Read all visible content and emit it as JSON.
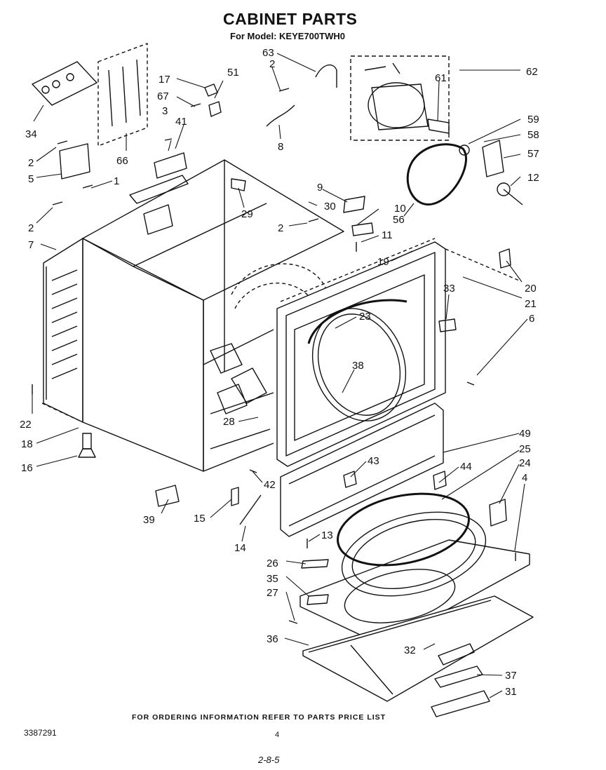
{
  "header": {
    "title": "CABINET PARTS",
    "subtitle": "For Model: KEYE700TWH0"
  },
  "footer": {
    "note": "FOR ORDERING INFORMATION REFER TO PARTS PRICE LIST",
    "doc_number": "3387291",
    "page_number": "4",
    "date_code": "2-8-5"
  },
  "callouts": {
    "c1": "1",
    "c2a": "2",
    "c2b": "2",
    "c2c": "2",
    "c2d": "2",
    "c3": "3",
    "c4": "4",
    "c5": "5",
    "c6": "6",
    "c7": "7",
    "c8": "8",
    "c9": "9",
    "c10": "10",
    "c11": "11",
    "c12": "12",
    "c13": "13",
    "c14": "14",
    "c15": "15",
    "c16": "16",
    "c17": "17",
    "c18": "18",
    "c19": "19",
    "c20": "20",
    "c21": "21",
    "c22": "22",
    "c23": "23",
    "c24": "24",
    "c25": "25",
    "c26": "26",
    "c27": "27",
    "c28": "28",
    "c29": "29",
    "c30": "30",
    "c31": "31",
    "c32": "32",
    "c33": "33",
    "c34": "34",
    "c35": "35",
    "c36": "36",
    "c37": "37",
    "c38": "38",
    "c39": "39",
    "c41": "41",
    "c42": "42",
    "c43": "43",
    "c44": "44",
    "c49": "49",
    "c51": "51",
    "c56": "56",
    "c57": "57",
    "c58": "58",
    "c59": "59",
    "c61": "61",
    "c62": "62",
    "c63": "63",
    "c66": "66",
    "c67": "67"
  }
}
